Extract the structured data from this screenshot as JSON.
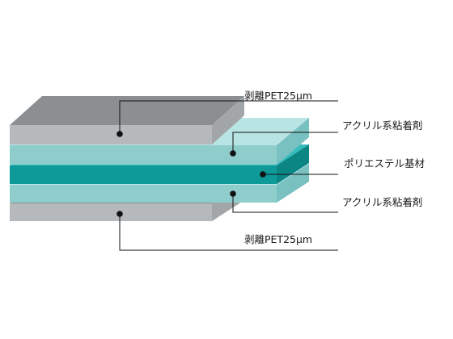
{
  "labels": {
    "top_release": "剥離PET25μm",
    "upper_adhesive": "アクリル系粘着剤",
    "substrate": "ポリエステル基材",
    "lower_adhesive": "アクリル系粘着剤",
    "bottom_release": "剥離PET25μm"
  },
  "colors": {
    "release_top": "#8c8f91",
    "release_front": "#b6b9bb",
    "release_side": "#a3a6a8",
    "adhesive_top": "#b9e4e4",
    "adhesive_front": "#8fcdcd",
    "adhesive_side": "#79c0c0",
    "substrate_top": "#35bcbc",
    "substrate_front": "#0f9a9a",
    "substrate_side": "#0c8585",
    "leader": "#111111"
  }
}
